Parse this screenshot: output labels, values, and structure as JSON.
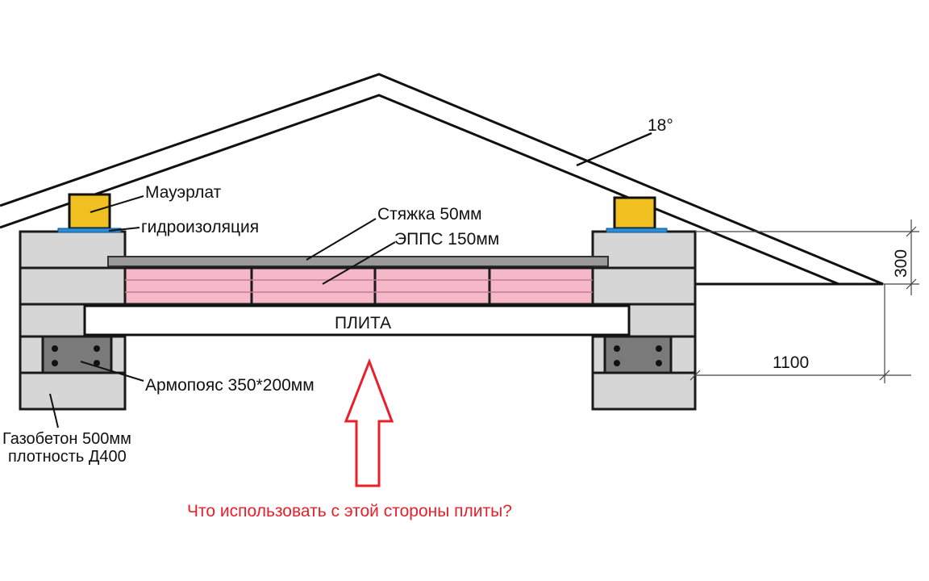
{
  "labels": {
    "angle": "18°",
    "mauerlat": "Мауэрлат",
    "waterproofing": "гидроизоляция",
    "screed": "Стяжка 50мм",
    "eps": "ЭППС 150мм",
    "slab": "ПЛИТА",
    "ring_beam": "Армопояс 350*200мм",
    "aerated_line1": "Газобетон 500мм",
    "aerated_line2": "плотность Д400",
    "dim_height": "300",
    "dim_overhang": "1100",
    "question": "Что использовать с этой стороны плиты?"
  },
  "colors": {
    "block": "#d6d6d6",
    "mortar": "#1a1a1a",
    "mauerlat": "#f0c020",
    "waterproofing": "#2a8fd8",
    "screed": "#9a9a9a",
    "insulation": "#f4b8c8",
    "ring_beam": "#7a7a7a",
    "arrow": "#e8202a"
  }
}
